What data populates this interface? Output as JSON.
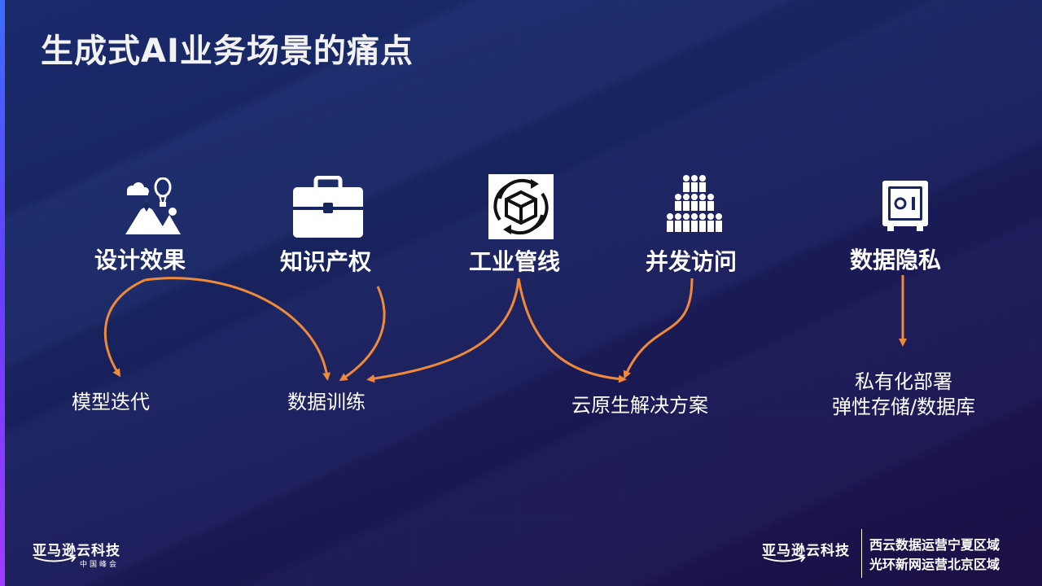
{
  "title": "生成式AI业务场景的痛点",
  "categories": [
    {
      "label": "设计效果",
      "icon": "mountain-balloon-icon"
    },
    {
      "label": "知识产权",
      "icon": "briefcase-icon"
    },
    {
      "label": "工业管线",
      "icon": "cube-cycle-icon"
    },
    {
      "label": "并发访问",
      "icon": "crowd-icon"
    },
    {
      "label": "数据隐私",
      "icon": "safe-icon"
    }
  ],
  "outcomes": {
    "model_iteration": "模型迭代",
    "data_training": "数据训练",
    "cloud_native": "云原生解决方案",
    "private_line1": "私有化部署",
    "private_line2": "弹性存储/数据库"
  },
  "footer": {
    "left_brand": "亚马逊云科技",
    "left_summit": "中国峰会",
    "right_brand": "亚马逊云科技",
    "region_line1": "西云数据运营宁夏区域",
    "region_line2": "光环新网运营北京区域"
  },
  "colors": {
    "arrow": "#ef8a3a",
    "background": "#182660"
  }
}
